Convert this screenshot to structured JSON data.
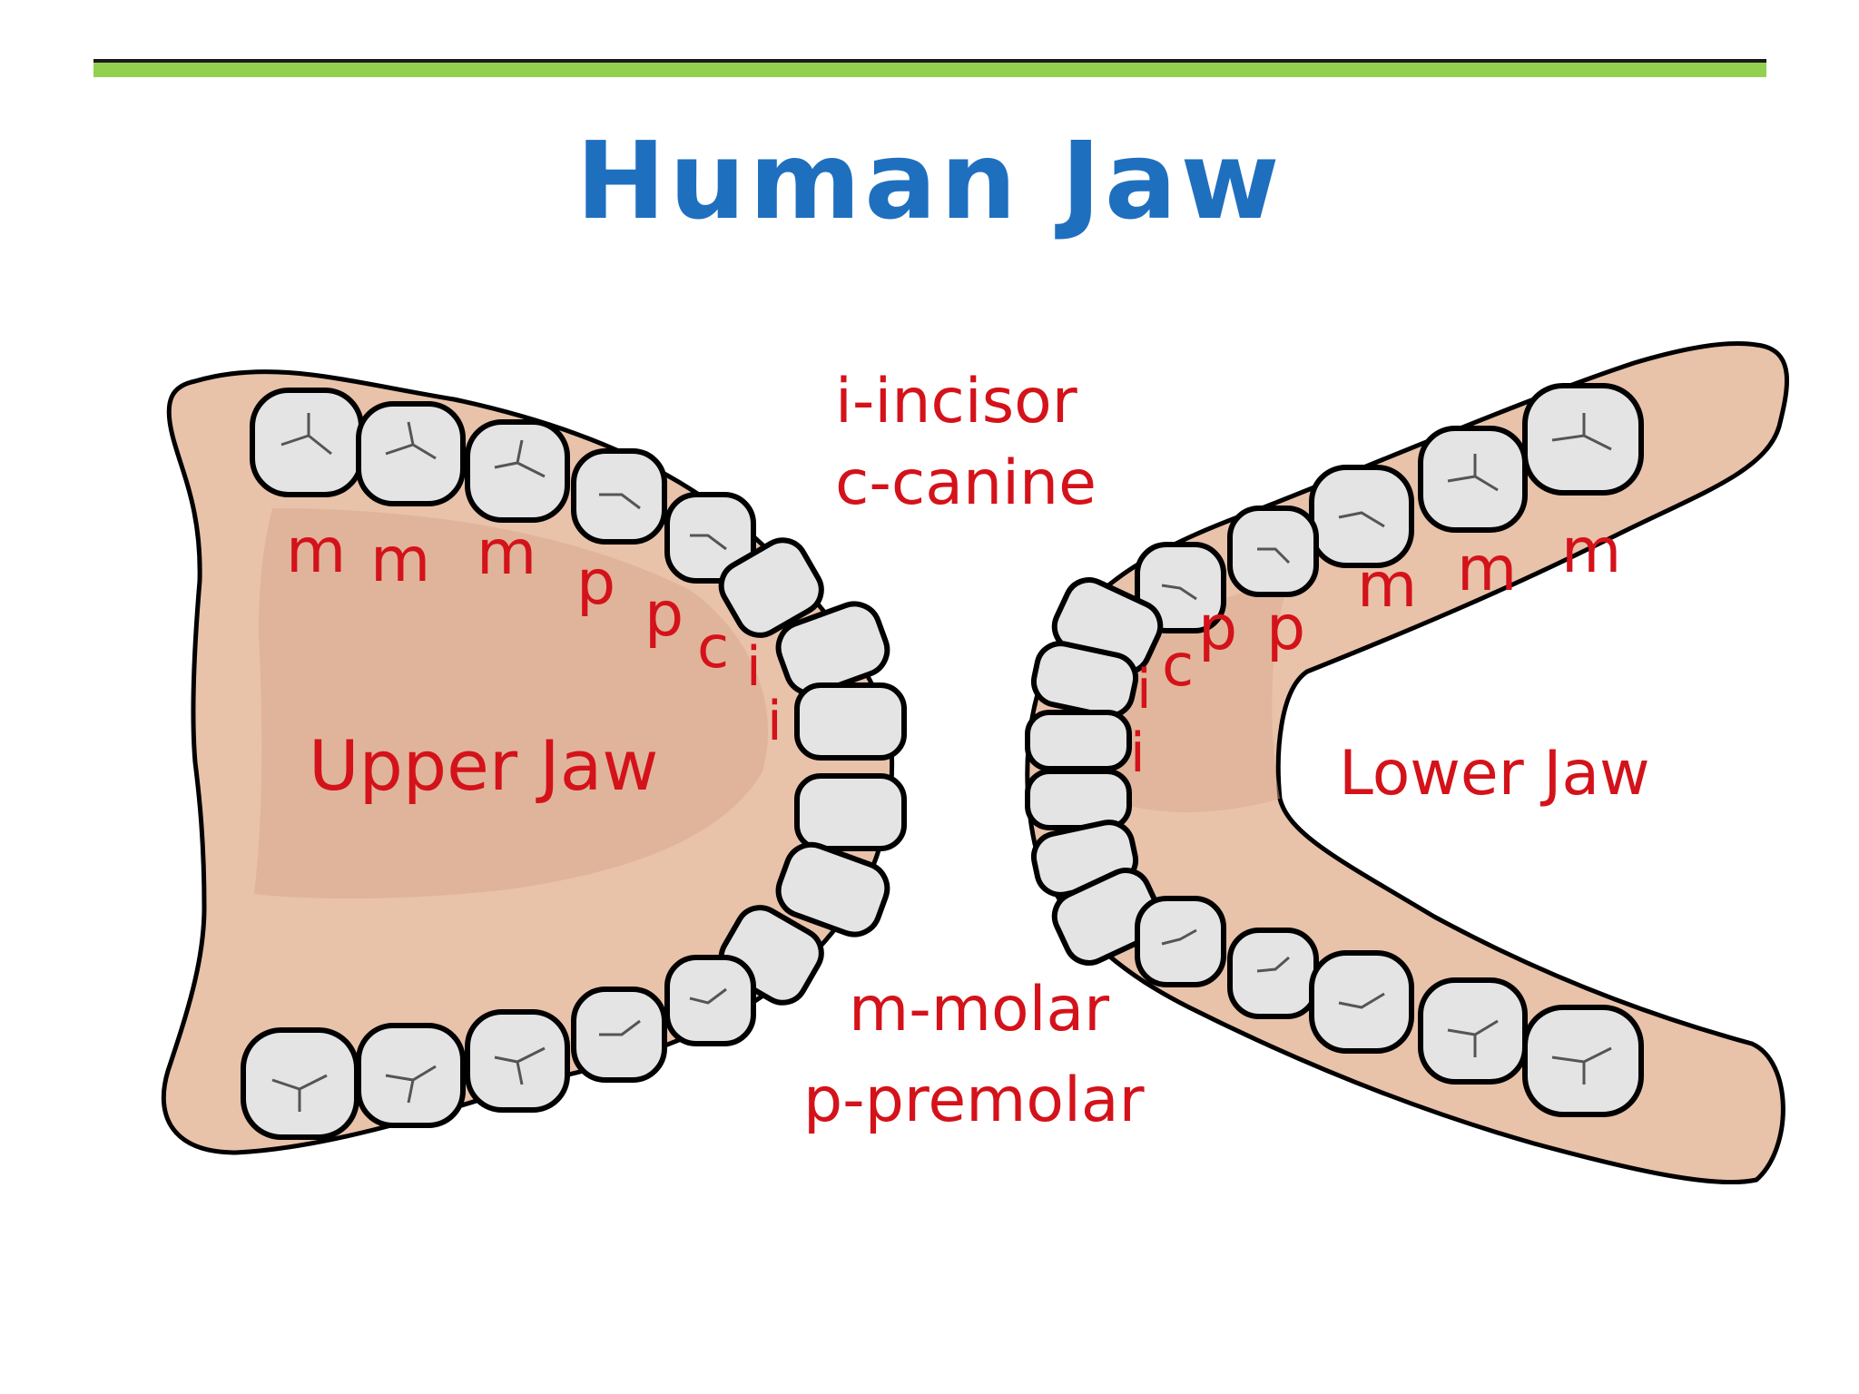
{
  "title": "Human Jaw",
  "colors": {
    "title": "#1f6fbf",
    "rule_green": "#92d050",
    "label_red": "#d4121a",
    "gum": "#e9c2aa",
    "gum_dark": "#d9a98e",
    "tooth": "#e4e4e4",
    "outline": "#000000"
  },
  "legend": {
    "incisor": "i-incisor",
    "canine": "c-canine",
    "molar": "m-molar",
    "premolar": "p-premolar"
  },
  "upper_jaw": {
    "label": "Upper Jaw",
    "tooth_labels": {
      "m1": "m",
      "m2": "m",
      "m3": "m",
      "p1": "p",
      "p2": "p",
      "c": "c",
      "i1": "i",
      "i2": "i"
    }
  },
  "lower_jaw": {
    "label": "Lower Jaw",
    "tooth_labels": {
      "i1": "i",
      "i2": "i",
      "c": "c",
      "p1": "p",
      "p2": "p",
      "m1": "m",
      "m2": "m",
      "m3": "m"
    }
  }
}
